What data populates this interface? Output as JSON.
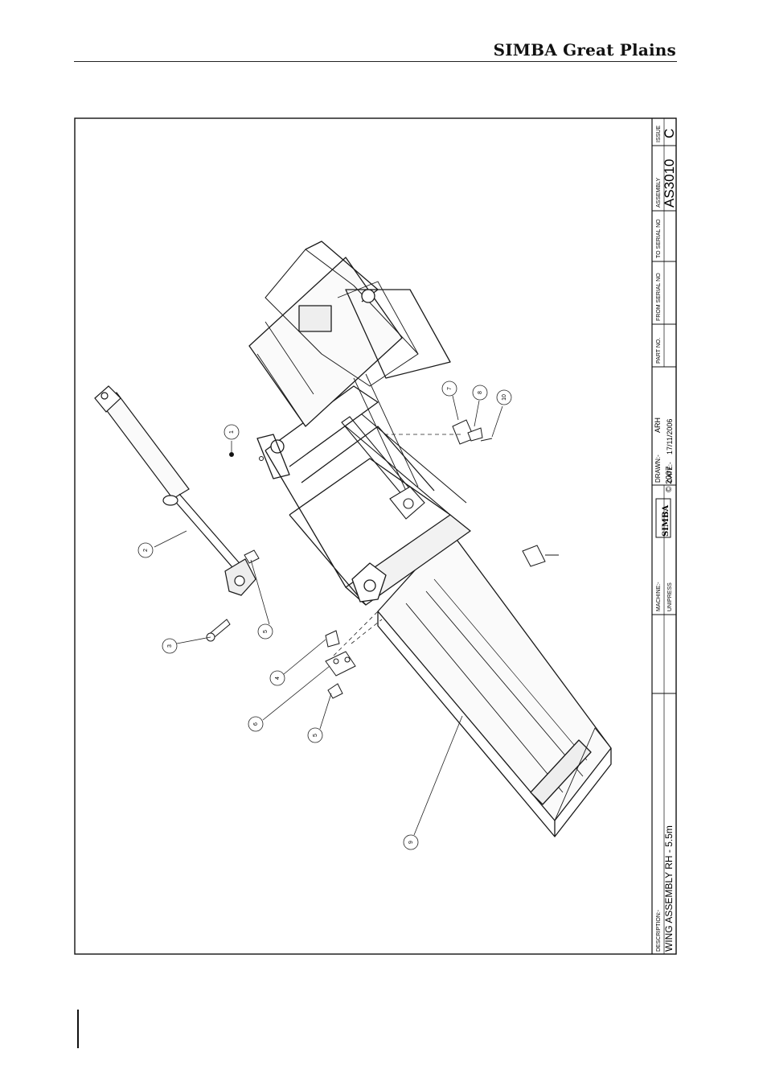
{
  "header": {
    "brand_bold": "SIMBA",
    "brand_rest": " Great Plains"
  },
  "drawing": {
    "description_label": "DESCRIPTION:-",
    "description": "WING ASSEMBLY RH - 5.5m",
    "machine_label": "MACHINE:-",
    "machine": "UNIPRESS",
    "logo_text": "SIMBA",
    "copyright": "© 2007",
    "drawn_label": "DRAWN:-",
    "drawn_by": "ARH",
    "date_label": "DATE:-",
    "date": "17/11/2006",
    "part_no_label": "PART NO.",
    "from_serial_label": "FROM SERIAL NO",
    "to_serial_label": "TO SERIAL NO",
    "assembly_label": "ASSEMBLY",
    "assembly": "AS3010",
    "issue_label": "ISSUE",
    "issue": "C"
  },
  "callouts": [
    "1",
    "2",
    "3",
    "4",
    "5",
    "5",
    "6",
    "7",
    "8",
    "9",
    "10"
  ]
}
